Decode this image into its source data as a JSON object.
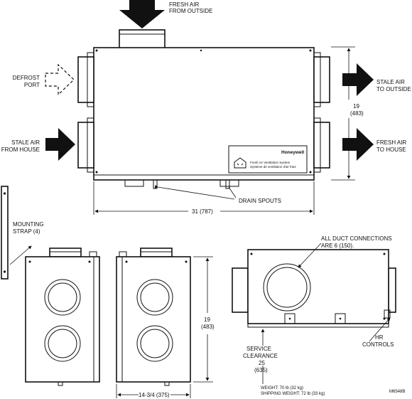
{
  "labels": {
    "fresh_air_outside_1": "FRESH AIR",
    "fresh_air_outside_2": "FROM OUTSIDE",
    "defrost_1": "DEFROST",
    "defrost_2": "PORT",
    "stale_out_1": "STALE AIR",
    "stale_out_2": "TO OUTSIDE",
    "stale_house_1": "STALE AIR",
    "stale_house_2": "FROM HOUSE",
    "fresh_house_1": "FRESH AIR",
    "fresh_house_2": "TO HOUSE",
    "height_dim_1": "19",
    "height_dim_2": "(483)",
    "drain_spouts": "DRAIN SPOUTS",
    "width_dim": "31 (787)",
    "mounting_1": "MOUNTING",
    "mounting_2": "STRAP (4)",
    "side_height_1": "19",
    "side_height_2": "(483)",
    "side_width": "14-3/4 (375)",
    "duct_1": "ALL DUCT CONNECTIONS",
    "duct_2": "ARE 6 (150).",
    "service_1": "SERVICE",
    "service_2": "CLEARANCE",
    "service_3": "25",
    "service_4": "(635)",
    "hr_1": "HR",
    "hr_2": "CONTROLS",
    "weight": "WEIGHT: 70 lb (32 kg)",
    "shipping_weight": "SHIPPING WEIGHT: 72 lb (33 kg)",
    "drawing_id": "M6548B",
    "brand": "Honeywell",
    "plate_1": "Fresh Air Ventilation System",
    "plate_2": "Systeme de ventilation d'air frais"
  }
}
